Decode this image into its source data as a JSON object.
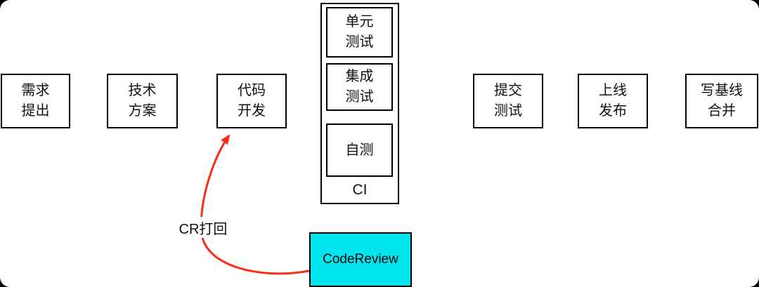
{
  "nodes": [
    {
      "id": "requirement",
      "lines": [
        "需求",
        "提出"
      ]
    },
    {
      "id": "tech-plan",
      "lines": [
        "技术",
        "方案"
      ]
    },
    {
      "id": "code-dev",
      "lines": [
        "代码",
        "开发"
      ]
    },
    {
      "id": "submit-test",
      "lines": [
        "提交",
        "测试"
      ]
    },
    {
      "id": "release",
      "lines": [
        "上线",
        "发布"
      ]
    },
    {
      "id": "baseline-merge",
      "lines": [
        "写基线",
        "合并"
      ]
    }
  ],
  "ci_group": {
    "label": "CI",
    "nodes": [
      {
        "id": "unit-test",
        "lines": [
          "单元",
          "测试"
        ]
      },
      {
        "id": "integration-test",
        "lines": [
          "集成",
          "测试"
        ]
      },
      {
        "id": "self-test",
        "lines": [
          "自测"
        ]
      }
    ]
  },
  "code_review": {
    "label": "CodeReview",
    "bg": "#00e5ee"
  },
  "arrow": {
    "label": "CR打回",
    "color": "#fa2c16"
  },
  "colors": {
    "node_border": "#000000",
    "background": "#ffffff",
    "outer_background": "#000000"
  }
}
